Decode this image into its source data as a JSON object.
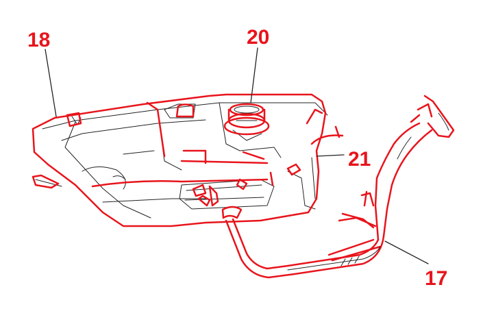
{
  "diagram": {
    "labels": [
      {
        "id": "tank",
        "text": "18"
      },
      {
        "id": "sender",
        "text": "20"
      },
      {
        "id": "connector",
        "text": "21"
      },
      {
        "id": "filler",
        "text": "17"
      }
    ]
  },
  "colors": {
    "highlight": "#e8141c",
    "line": "#222222",
    "background": "#ffffff"
  }
}
